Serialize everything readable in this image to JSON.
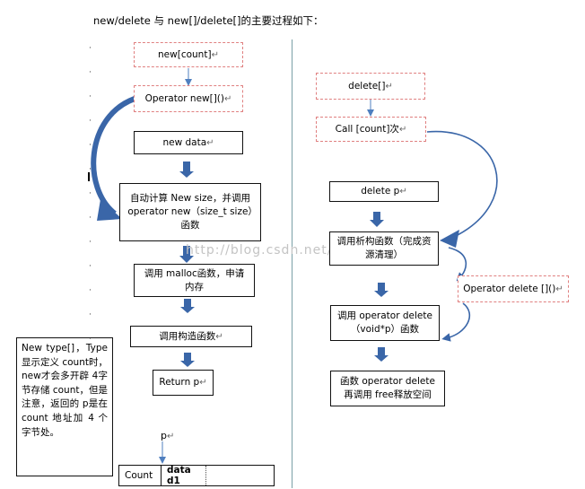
{
  "title": "new/delete 与 new[]/delete[]的主要过程如下：",
  "watermark": "http://blog.csdn.net/",
  "new_flow": {
    "new_count": "new[count]",
    "operator_new": "Operator new[]()",
    "new_data": "new data",
    "calc_size": "自动计算 New size，并调用 operator new（size_t size）函数",
    "malloc": "调用 malloc函数，申请内存",
    "ctor": "调用构造函数",
    "return_p": "Return p"
  },
  "delete_flow": {
    "delete": "delete[]",
    "call_count": "Call [count]次",
    "delete_p": "delete p",
    "dtor": "调用析构函数（完成资源清理）",
    "operator_delete_arr": "Operator delete []()",
    "operator_delete": "调用 operator delete（void*p）函数",
    "free": "函数 operator delete再调用 free释放空间"
  },
  "note": "New type[]，Type 显示定义 count时，new才会多开辟 4字节存储 count，但是注意，返回的 p是在 count 地址加 4 个字节处。",
  "memory": {
    "pointer_label": "p",
    "count_cell": "Count",
    "data_cell": "data d1",
    "rest_cell": ""
  },
  "colors": {
    "arrow": "#3a66a8",
    "dashed_border": "#e08080",
    "divider": "#7aa0a6"
  }
}
